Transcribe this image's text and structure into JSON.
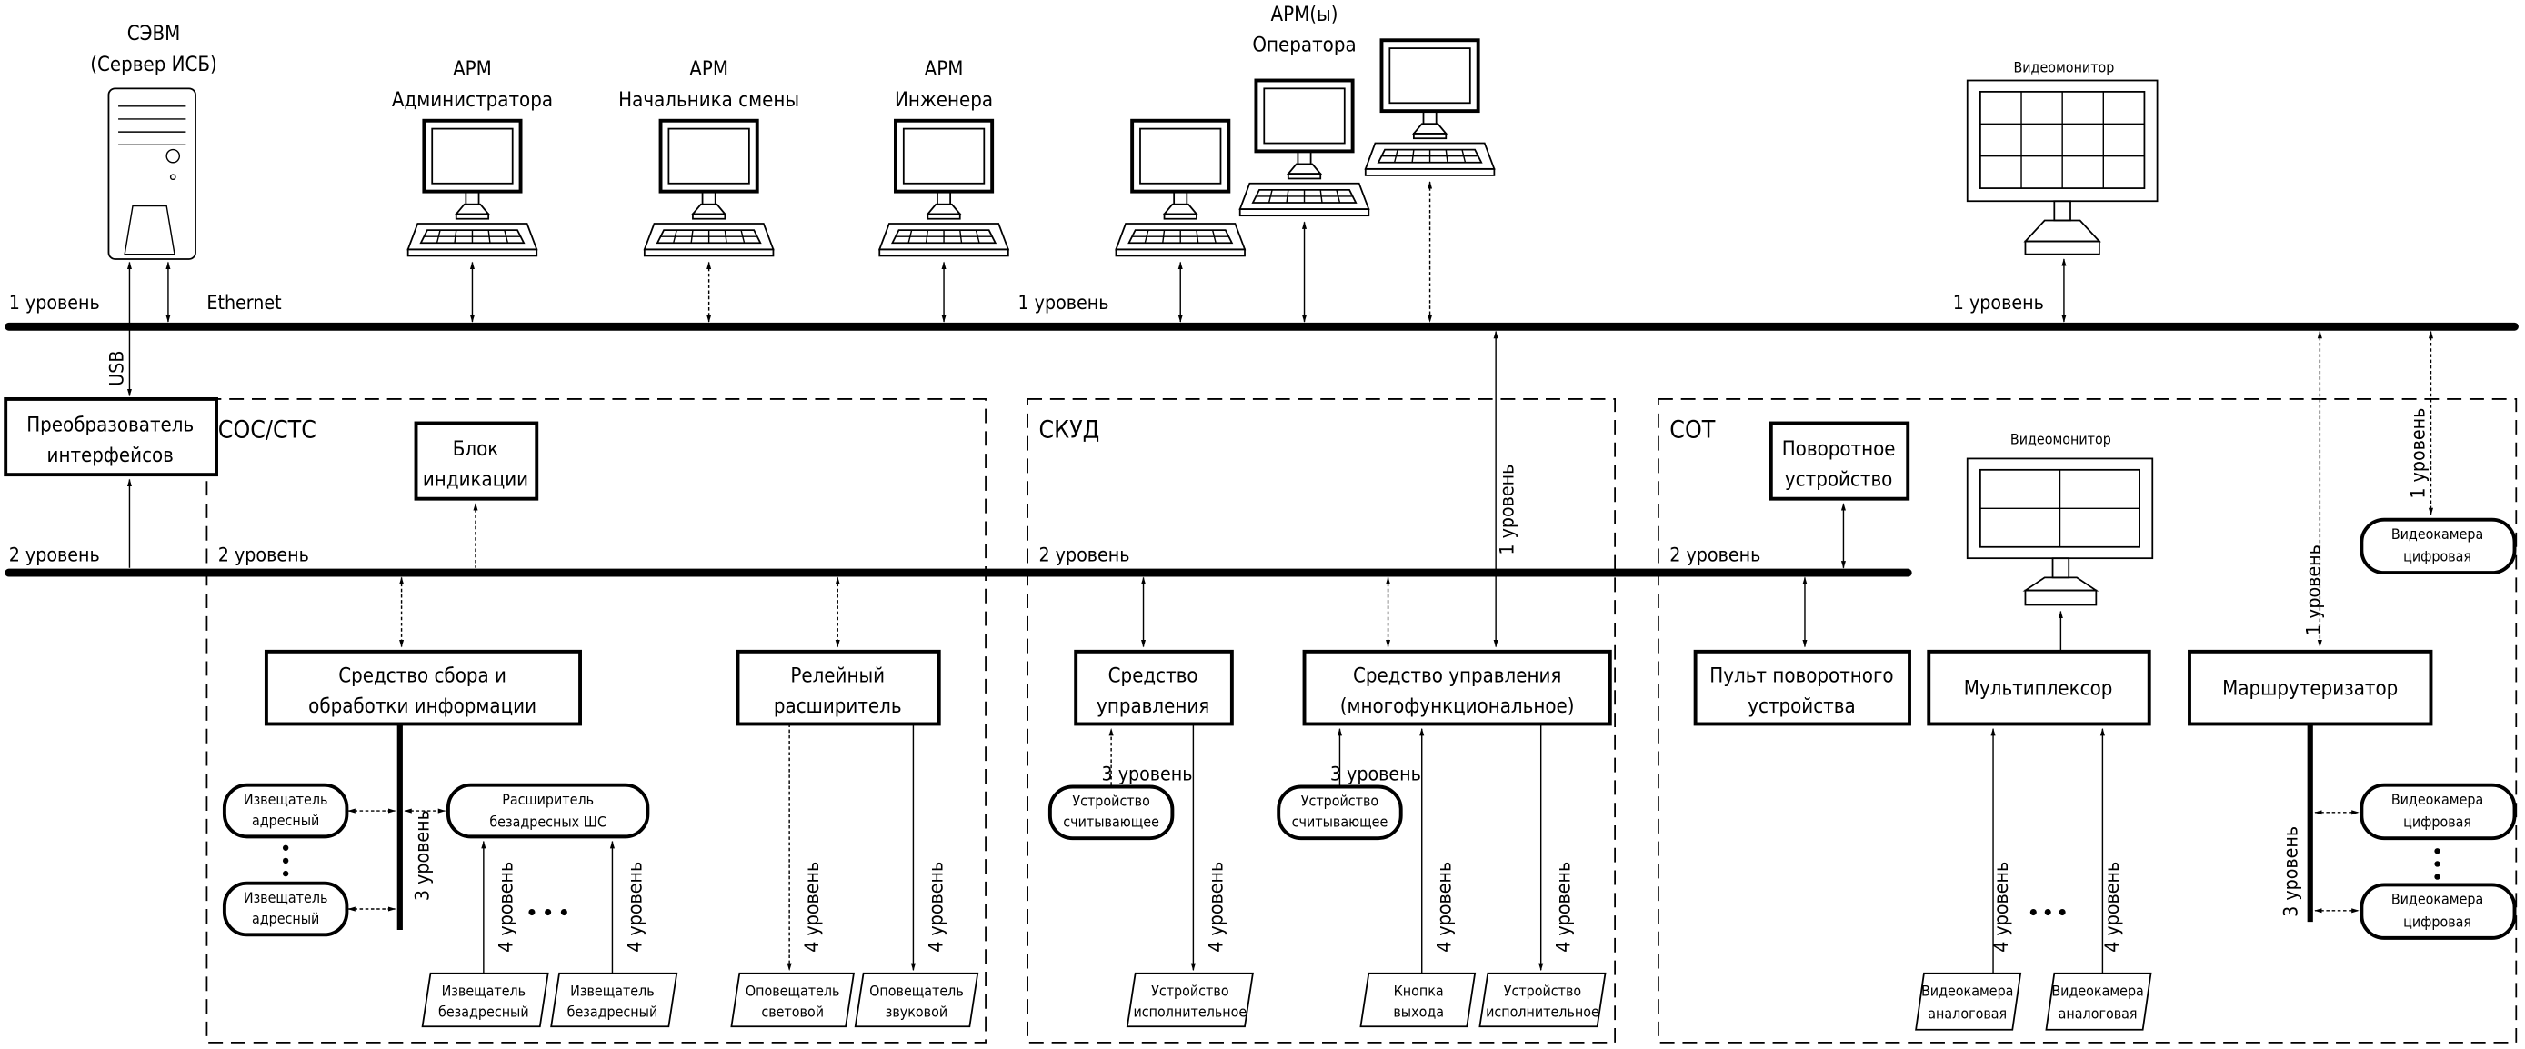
{
  "server": {
    "title": "СЭВМ",
    "subtitle": "(Сервер ИСБ)"
  },
  "workstations": [
    {
      "line1": "АРМ",
      "line2": "Администратора"
    },
    {
      "line1": "АРМ",
      "line2": "Начальника смены"
    },
    {
      "line1": "АРМ",
      "line2": "Инженера"
    },
    {
      "line1": "АРМ(ы)",
      "line2": "Оператора"
    }
  ],
  "videomonitor_label": "Видеомонитор",
  "levels": {
    "l1": "1 уровень",
    "l2": "2 уровень",
    "l3": "3 уровень",
    "l4": "4 уровень"
  },
  "links": {
    "ethernet": "Ethernet",
    "usb": "USB"
  },
  "converter": {
    "line1": "Преобразователь",
    "line2": "интерфейсов"
  },
  "subsystems": {
    "sos": "СОС/СТС",
    "skud": "СКУД",
    "sot": "СОТ"
  },
  "sos": {
    "indication": [
      "Блок",
      "индикации"
    ],
    "collector": [
      "Средство сбора и",
      "обработки информации"
    ],
    "relay": [
      "Релейный",
      "расширитель"
    ],
    "addr_detector": [
      "Извещатель",
      "адресный"
    ],
    "expander": [
      "Расширитель",
      "безадресных ШС"
    ],
    "nonaddr_detector": [
      "Извещатель",
      "безадресный"
    ],
    "light": [
      "Оповещатель",
      "световой"
    ],
    "sound": [
      "Оповещатель",
      "звуковой"
    ]
  },
  "skud": {
    "ctrl": [
      "Средство",
      "управления"
    ],
    "ctrl_multi": [
      "Средство управления",
      "(многофункциональное)"
    ],
    "reader": [
      "Устройство",
      "считывающее"
    ],
    "actuator": [
      "Устройство",
      "исполнительное"
    ],
    "exit_button": [
      "Кнопка",
      "выхода"
    ]
  },
  "sot": {
    "ptz": [
      "Поворотное",
      "устройство"
    ],
    "ptz_console": [
      "Пульт поворотного",
      "устройства"
    ],
    "mux": "Мультиплексор",
    "router": "Маршрутеризатор",
    "digital_cam": [
      "Видеокамера",
      "цифровая"
    ],
    "analog_cam": [
      "Видеокамера",
      "аналоговая"
    ]
  }
}
